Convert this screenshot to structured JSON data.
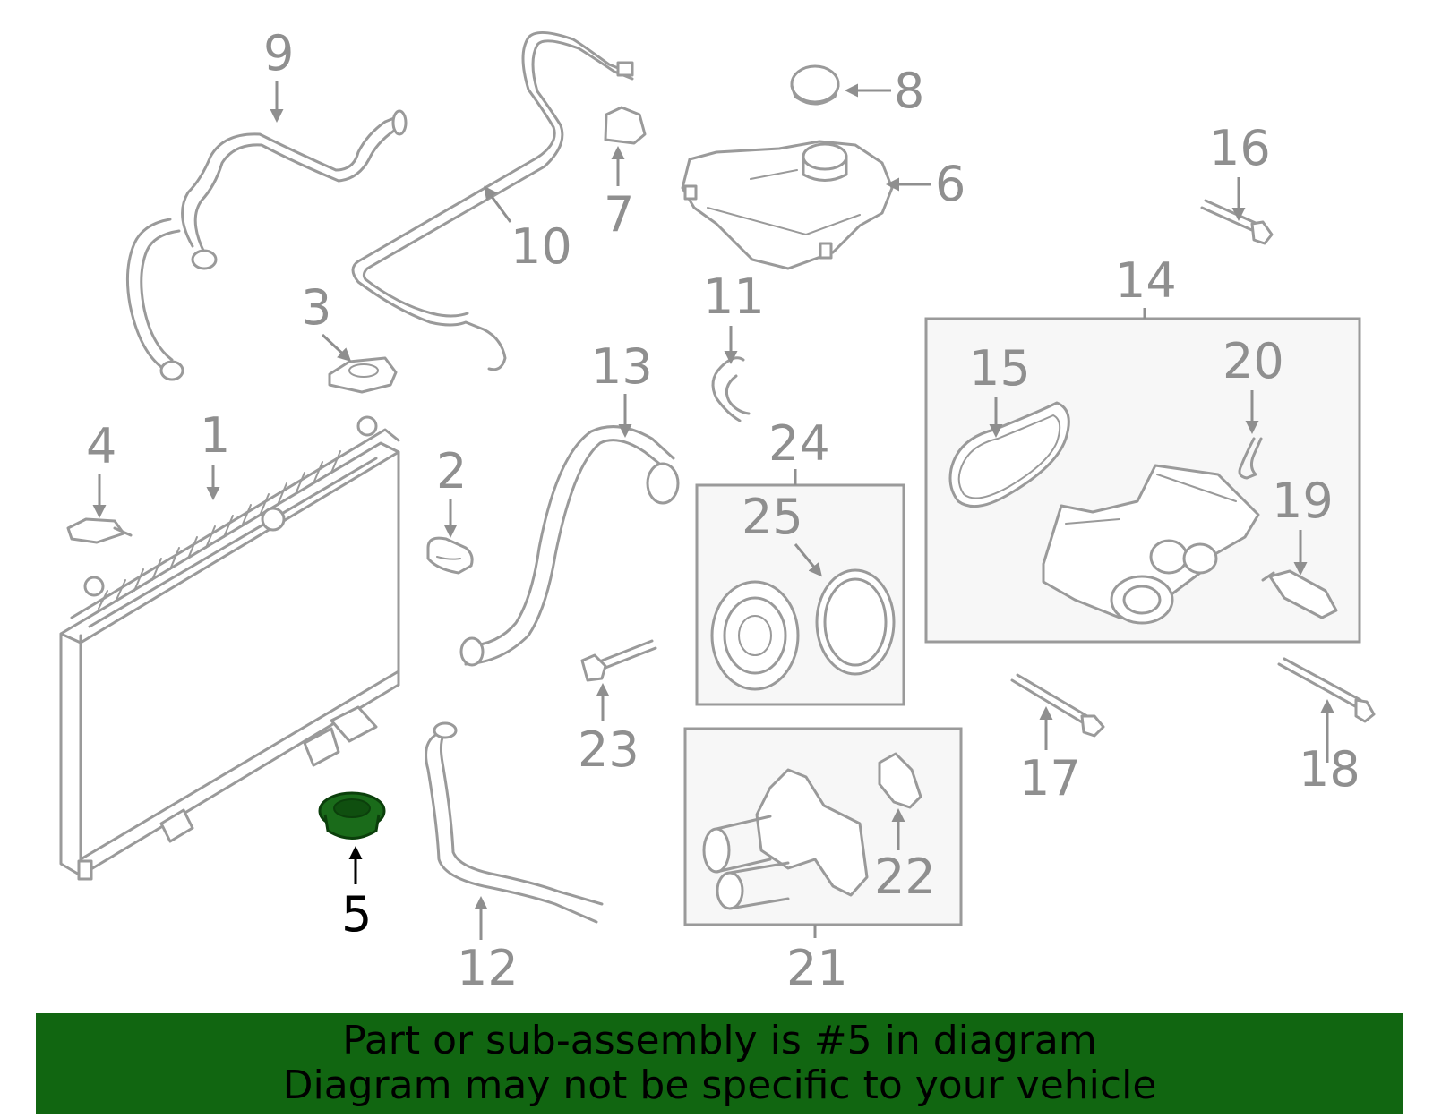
{
  "callouts": [
    "1",
    "2",
    "3",
    "4",
    "5",
    "6",
    "7",
    "8",
    "9",
    "10",
    "11",
    "12",
    "13",
    "14",
    "15",
    "16",
    "17",
    "18",
    "19",
    "20",
    "21",
    "22",
    "23",
    "24",
    "25"
  ],
  "highlighted_part": "5",
  "colors": {
    "line": "#9a9a9a",
    "highlight_part": "#1a6b1a",
    "banner_bg": "#116611",
    "banner_text": "#000000"
  },
  "banner": {
    "line1": "Part or sub-assembly is #5 in diagram",
    "line2": "Diagram may not be specific to your vehicle"
  }
}
